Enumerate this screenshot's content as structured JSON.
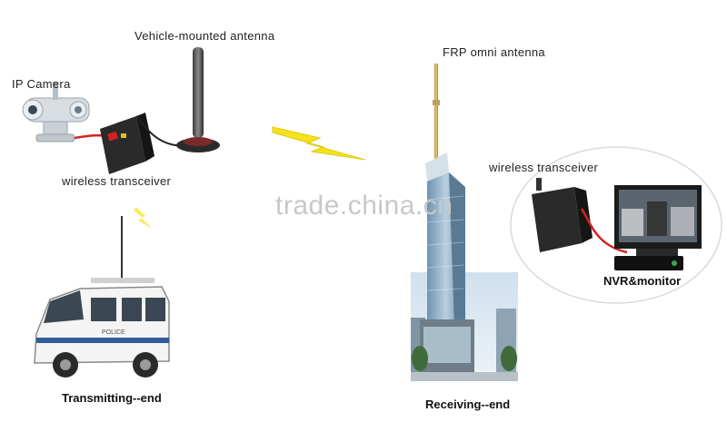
{
  "labels": {
    "vehicle_antenna": "Vehicle-mounted  antenna",
    "ip_camera": "IP  Camera",
    "wireless_transceiver_left": "wireless transceiver",
    "frp_antenna": "FRP omni antenna",
    "wireless_transceiver_right": "wireless transceiver",
    "nvr_monitor": "NVR&monitor",
    "transmitting_end": "Transmitting--end",
    "receiving_end": "Receiving--end"
  },
  "watermark": "trade.china.cn",
  "van_decal": "POLICE",
  "colors": {
    "lightning": "#f5e21a",
    "cable": "#d42020",
    "building_glass": "#8fb0c8",
    "device_body": "#2a2a2a"
  },
  "icons": [
    "ip-camera-icon",
    "wireless-transceiver-icon",
    "vehicle-antenna-icon",
    "lightning-bolt-icon",
    "police-van-icon",
    "tower-building-icon",
    "nvr-monitor-icon"
  ]
}
